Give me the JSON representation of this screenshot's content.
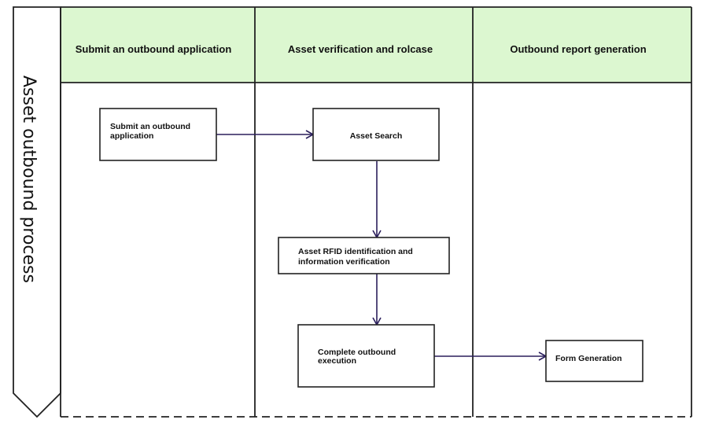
{
  "process_label": "Asset outbound process",
  "lanes": [
    {
      "title": "Submit an outbound application"
    },
    {
      "title": "Asset verification and rolcase"
    },
    {
      "title": "Outbound report generation"
    }
  ],
  "nodes": {
    "submit": {
      "lines": [
        "Submit an outbound",
        "application"
      ]
    },
    "search": {
      "lines": [
        "Asset Search"
      ]
    },
    "rfid": {
      "lines": [
        "Asset RFID identification and",
        "information verification"
      ]
    },
    "complete": {
      "lines": [
        "Complete outbound",
        "execution"
      ]
    },
    "form": {
      "lines": [
        "Form Generation"
      ]
    }
  },
  "colors": {
    "header_fill": "#dcf7d0",
    "arrow": "#2b1f5c",
    "border": "#222222"
  }
}
